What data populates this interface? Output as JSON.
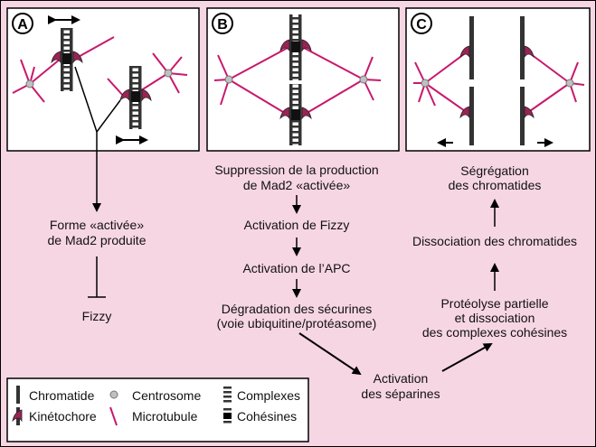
{
  "panels": [
    {
      "label": "A"
    },
    {
      "label": "B"
    },
    {
      "label": "C"
    }
  ],
  "flow_a": {
    "result": [
      "Forme «activée»",
      "de Mad2 produite"
    ],
    "inhibited": "Fizzy"
  },
  "flow_b": {
    "step1": [
      "Suppression de la production",
      "de Mad2 «activée»"
    ],
    "step2": "Activation de Fizzy",
    "step3": "Activation de l’APC",
    "step4": [
      "Dégradation des sécurines",
      "(voie ubiquitine/protéasome)"
    ]
  },
  "center": [
    "Activation",
    "des séparines"
  ],
  "flow_c": {
    "step1": [
      "Protéolyse partielle",
      "et dissociation",
      "des complexes cohésines"
    ],
    "step2": "Dissociation des chromatides",
    "step3": [
      "Ségrégation",
      "des chromatides"
    ]
  },
  "legend": {
    "chromatide": "Chromatide",
    "centrosome": "Centrosome",
    "complexes": "Complexes",
    "kinetochore": "Kinétochore",
    "microtubule": "Microtubule",
    "cohesines": "Cohésines"
  },
  "colors": {
    "background": "#f7d6e3",
    "microtubule": "#c8186e",
    "chromatid": "#3a3a3a",
    "kinetochore": "#9a2356",
    "centrosome": "#c0c0c0"
  }
}
